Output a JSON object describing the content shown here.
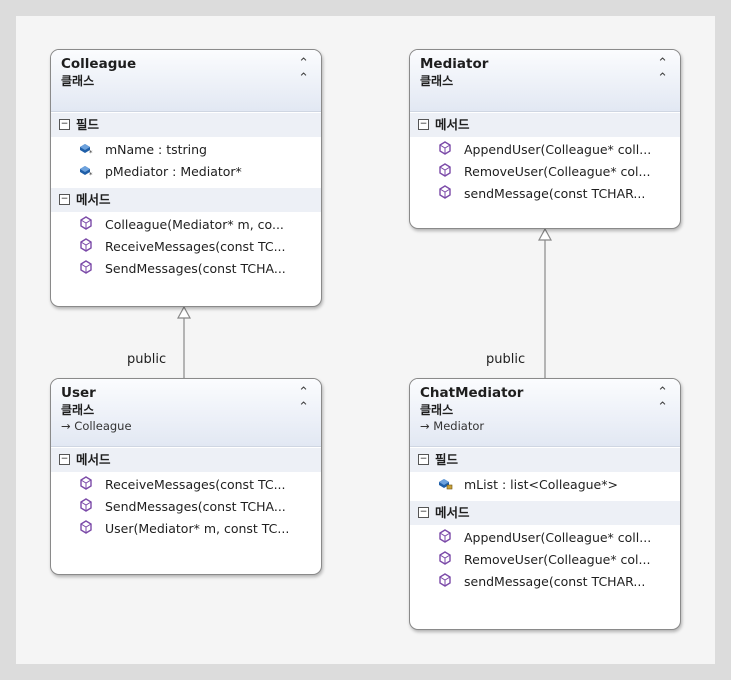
{
  "classes": {
    "colleague": {
      "name": "Colleague",
      "kind": "클래스",
      "fields_label": "필드",
      "fields": [
        "mName : tstring",
        "pMediator : Mediator*"
      ],
      "methods_label": "메서드",
      "methods": [
        "Colleague(Mediator* m,  co...",
        "ReceiveMessages(const  TC...",
        "SendMessages(const  TCHA..."
      ]
    },
    "mediator": {
      "name": "Mediator",
      "kind": "클래스",
      "methods_label": "메서드",
      "methods": [
        "AppendUser(Colleague*  coll...",
        "RemoveUser(Colleague*  col...",
        "sendMessage(const  TCHAR..."
      ]
    },
    "user": {
      "name": "User",
      "kind": "클래스",
      "base": "→ Colleague",
      "methods_label": "메서드",
      "methods": [
        "ReceiveMessages(const  TC...",
        "SendMessages(const  TCHA...",
        "User(Mediator* m,  const TC..."
      ]
    },
    "chatmediator": {
      "name": "ChatMediator",
      "kind": "클래스",
      "base": "→ Mediator",
      "fields_label": "필드",
      "fields": [
        "mList : list<Colleague*>"
      ],
      "methods_label": "메서드",
      "methods": [
        "AppendUser(Colleague*  coll...",
        "RemoveUser(Colleague*  col...",
        "sendMessage(const  TCHAR..."
      ]
    }
  },
  "connectors": {
    "left_label": "public",
    "right_label": "public"
  },
  "icons": {
    "field": "field-icon",
    "private_field": "private-field-icon",
    "method": "method-icon",
    "collapse": "chevron-up-double-icon"
  },
  "colors": {
    "header_top": "#fbfcfe",
    "header_bottom": "#e2e8f3",
    "section_bg": "#edf0f6",
    "method_icon": "#7b4aa8",
    "field_icon": "#1f5fa8"
  }
}
